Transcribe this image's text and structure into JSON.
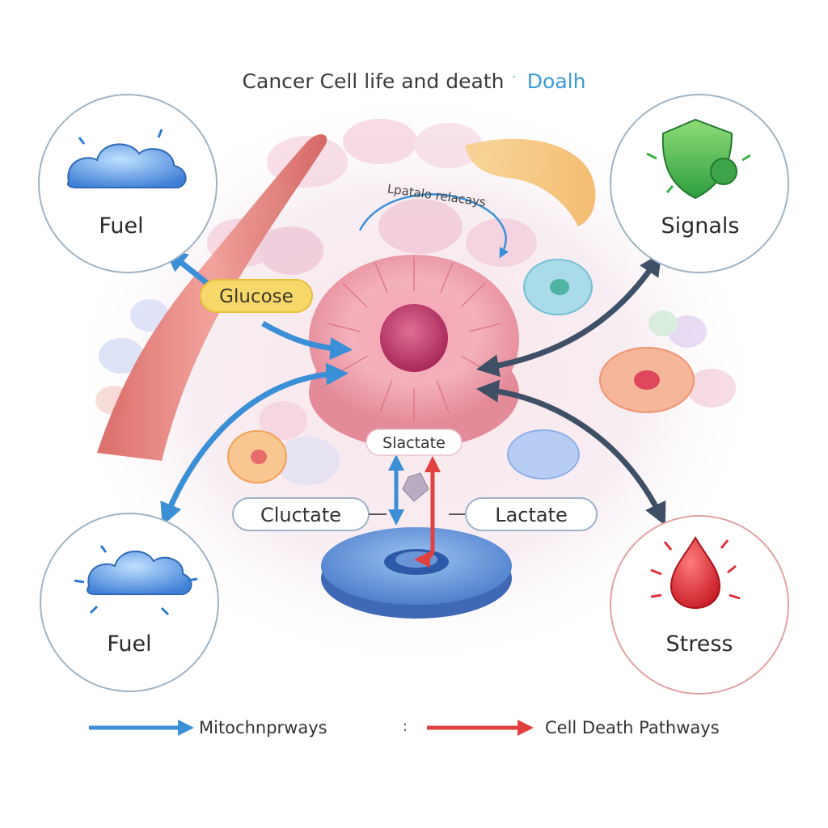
{
  "title": {
    "main": "Cancer Cell life and death",
    "mark": "·",
    "accent": "Doalh"
  },
  "nodes": {
    "fuel_top": "Fuel",
    "signals": "Signals",
    "fuel_bottom": "Fuel",
    "stress": "Stress"
  },
  "labels": {
    "glucose": "Glucose",
    "slactate": "Slactate",
    "cluctate": "Cluctate",
    "lactate": "Lactate",
    "arc": "Lpatalo relacays"
  },
  "legend": {
    "mito": "Mitochnprways",
    "sep": ":",
    "death": "Cell Death Pathways"
  },
  "colors": {
    "blue": "#3a8fd6",
    "red": "#e0403e",
    "navy": "#3e4f66",
    "glucose_fill": "#f6d86a"
  },
  "icons": {
    "fuel_top": "blue-cloud-icon",
    "signals": "green-shield-icon",
    "fuel_bottom": "blue-cloud-icon",
    "stress": "red-drop-icon"
  }
}
